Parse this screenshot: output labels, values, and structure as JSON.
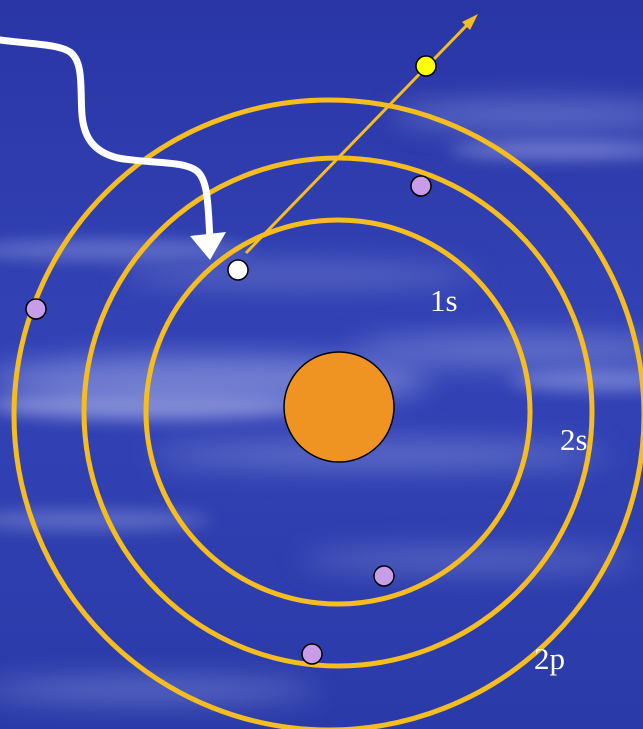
{
  "diagram": {
    "shell_labels": {
      "s1": "1s",
      "s2": "2s",
      "p2": "2p"
    },
    "colors": {
      "background": "#2b3aa8",
      "orbit": "#f5bd1f",
      "nucleus": "#ef9322",
      "electron": "#c89ce8",
      "ejected_electron": "#ffff00",
      "vacancy": "#ffffff",
      "incoming_photon": "#ffffff",
      "outgoing_path": "#f5bd1f"
    },
    "icons": {
      "incoming": "wavy-photon-arrow-icon",
      "outgoing": "straight-arrow-icon"
    }
  }
}
